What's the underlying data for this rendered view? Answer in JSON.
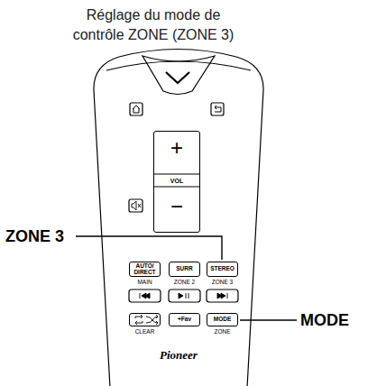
{
  "diagram": {
    "title": "Réglage du mode de contrôle ZONE (ZONE 3)",
    "nodes": [
      {
        "text": [
          "+",
          "VOL",
          "−"
        ]
      },
      {
        "text": [
          "AUTO/ DIRECT",
          "MAIN"
        ]
      },
      {
        "text": [
          "SURR",
          "ZONE 2"
        ]
      },
      {
        "text": [
          "STEREO",
          "ZONE 3"
        ]
      },
      {
        "text": [
          "CLEAR"
        ]
      },
      {
        "text": [
          "+Fav"
        ]
      },
      {
        "text": [
          "MODE",
          "ZONE"
        ]
      }
    ],
    "labels": [
      "ZONE 3",
      "MODE",
      "Pioneer"
    ]
  }
}
